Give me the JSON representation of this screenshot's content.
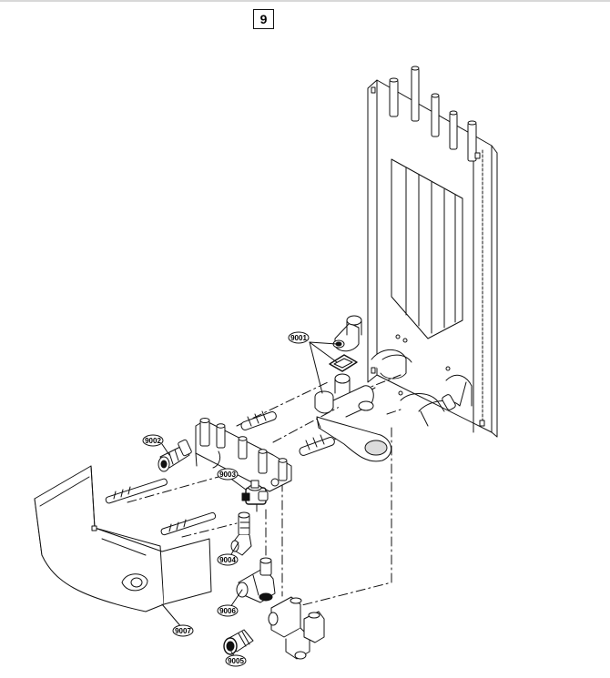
{
  "page": {
    "section_number": "9"
  },
  "callouts": [
    {
      "id": "9001",
      "label": "9001"
    },
    {
      "id": "9002",
      "label": "9002"
    },
    {
      "id": "9003",
      "label": "9003"
    },
    {
      "id": "9004",
      "label": "9004"
    },
    {
      "id": "9006",
      "label": "9006"
    },
    {
      "id": "9007",
      "label": "9007"
    },
    {
      "id": "9005",
      "label": "9005"
    }
  ],
  "colors": {
    "line": "#111111",
    "fill": "#ffffff",
    "shade": "#dcdcdc"
  }
}
